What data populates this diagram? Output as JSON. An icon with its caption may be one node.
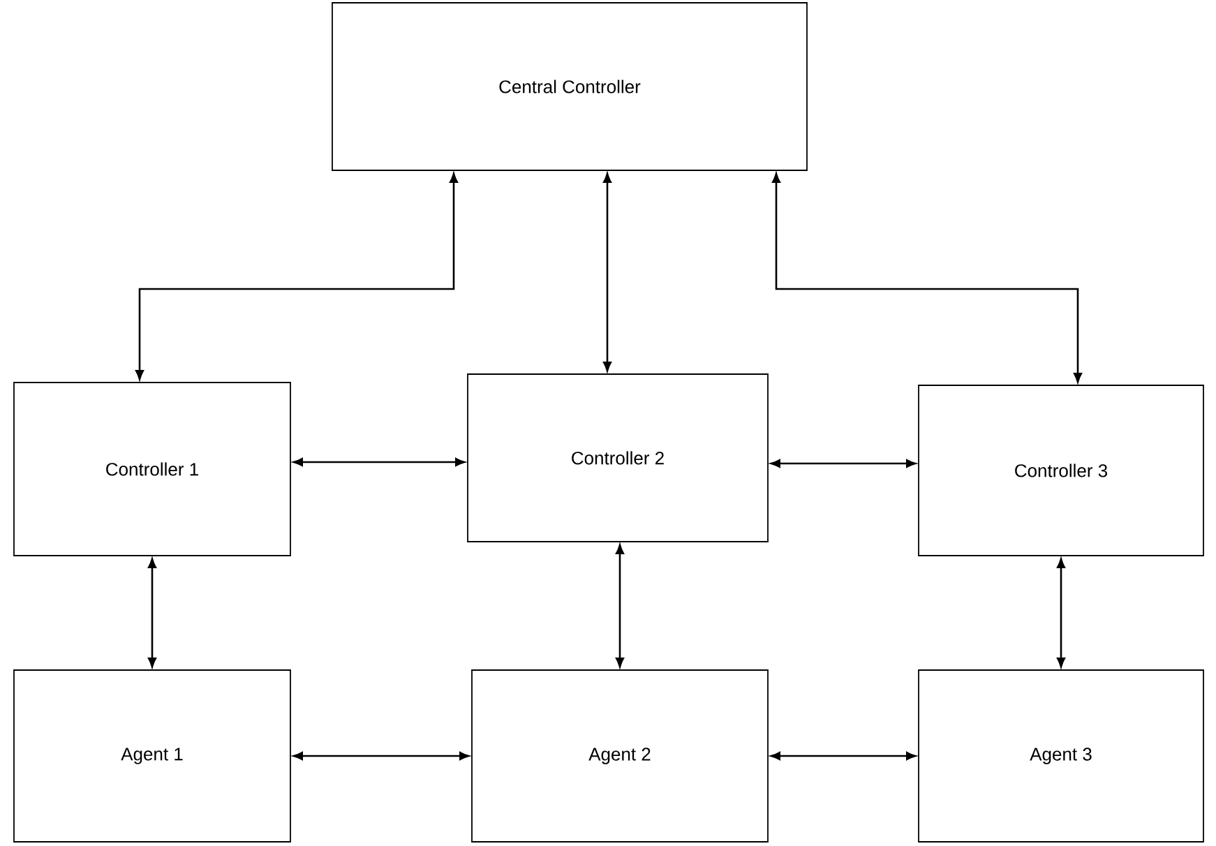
{
  "diagram": {
    "nodes": [
      {
        "text": [
          "Central Controller"
        ]
      },
      {
        "text": [
          "Controller 1"
        ]
      },
      {
        "text": [
          "Controller 2"
        ]
      },
      {
        "text": [
          "Controller 3"
        ]
      },
      {
        "text": [
          "Agent 1"
        ]
      },
      {
        "text": [
          "Agent 2"
        ]
      },
      {
        "text": [
          "Agent 3"
        ]
      }
    ],
    "edges": [
      {
        "from": 0,
        "to": 1,
        "arrow": "both"
      },
      {
        "from": 0,
        "to": 2,
        "arrow": "both"
      },
      {
        "from": 0,
        "to": 3,
        "arrow": "both"
      },
      {
        "from": 1,
        "to": 2,
        "arrow": "both"
      },
      {
        "from": 2,
        "to": 3,
        "arrow": "both"
      },
      {
        "from": 1,
        "to": 4,
        "arrow": "both"
      },
      {
        "from": 2,
        "to": 5,
        "arrow": "both"
      },
      {
        "from": 3,
        "to": 6,
        "arrow": "both"
      },
      {
        "from": 4,
        "to": 5,
        "arrow": "both"
      },
      {
        "from": 5,
        "to": 6,
        "arrow": "both"
      }
    ]
  }
}
